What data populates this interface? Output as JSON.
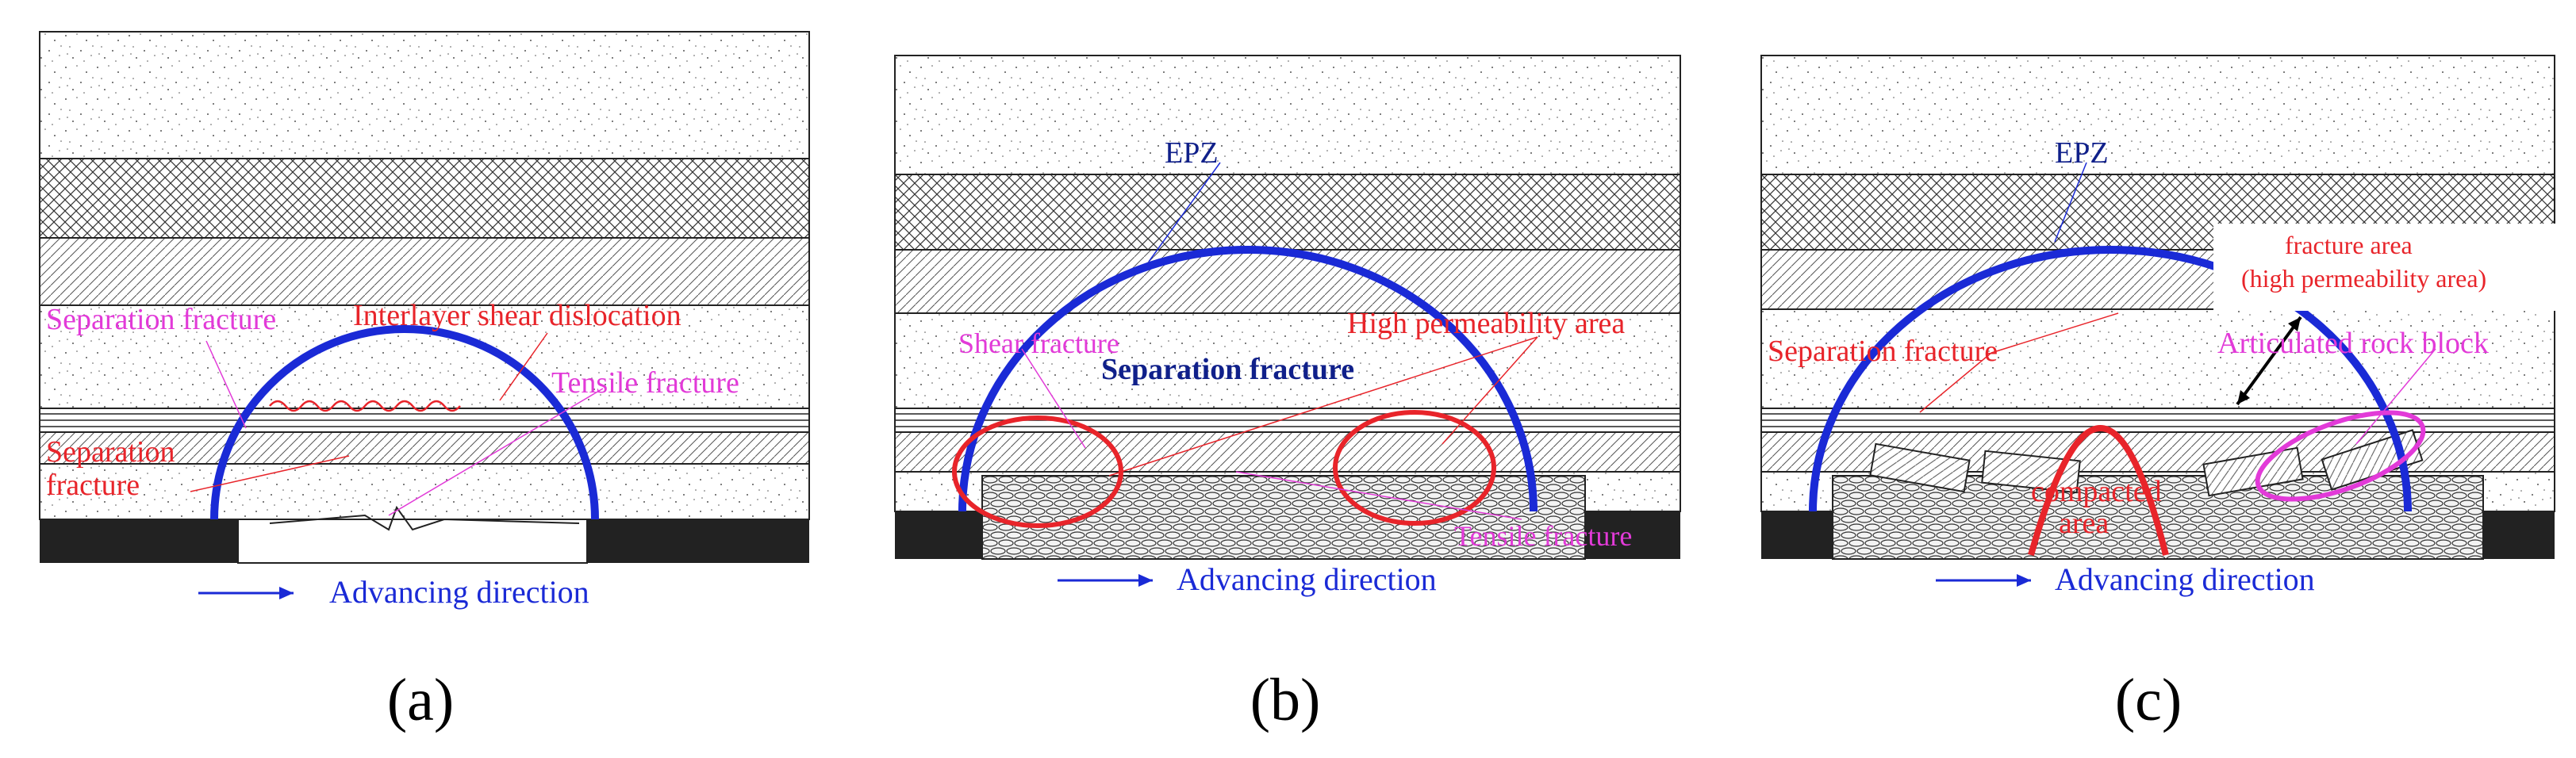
{
  "panels": {
    "a": {
      "caption": "(a)",
      "labels": {
        "separation_fracture_top": "Separation fracture",
        "interlayer_shear": "Interlayer shear dislocation",
        "tensile_fracture": "Tensile fracture",
        "separation_fracture_1": "Separation",
        "separation_fracture_2": "fracture"
      },
      "direction": "Advancing direction"
    },
    "b": {
      "caption": "(b)",
      "labels": {
        "epz": "EPZ",
        "high_permeability": "High permeability area",
        "shear_fracture": "Shear fracture",
        "separation_fracture": "Separation fracture",
        "tensile_fracture": "Tensile fracture"
      },
      "direction": "Advancing direction"
    },
    "c": {
      "caption": "(c)",
      "labels": {
        "epz": "EPZ",
        "fracture_area_1": "fracture area",
        "fracture_area_2": "(high permeability area)",
        "separation_fracture": "Separation fracture",
        "articulated_block": "Articulated rock block",
        "compacted_1": "compacted",
        "compacted_2": "area"
      },
      "direction": "Advancing direction"
    }
  },
  "colors": {
    "epz_arc": "#1a2ad6",
    "red_label": "#e8242a",
    "magenta_label": "#e23ad8",
    "navy_label": "#10208a",
    "direction_blue": "#1a2ad6",
    "dark_block": "#222222"
  }
}
